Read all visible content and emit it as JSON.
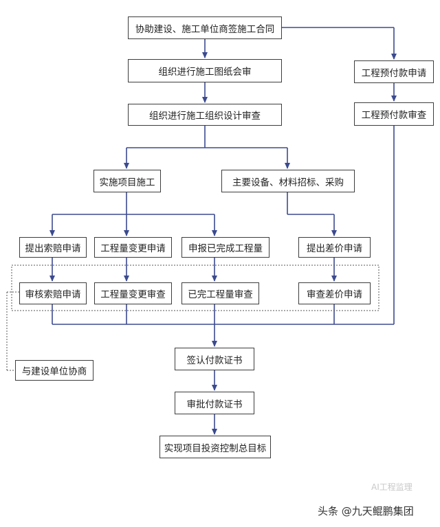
{
  "flowchart": {
    "nodes": {
      "assist_contract": "协助建设、施工单位商签施工合同",
      "drawing_review": "组织进行施工图纸会审",
      "design_review": "组织进行施工组织设计审查",
      "implement": "实施项目施工",
      "procurement": "主要设备、材料招标、采购",
      "claim_submit": "提出索赔申请",
      "change_apply": "工程量变更申请",
      "report_done": "申报已完成工程量",
      "diff_submit": "提出差价申请",
      "claim_review": "审核索赔申请",
      "change_review": "工程量变更审查",
      "done_review": "已完工程量审查",
      "diff_review": "审查差价申请",
      "negotiate": "与建设单位协商",
      "sign_cert": "签认付款证书",
      "approve_cert": "审批付款证书",
      "goal": "实现项目投资控制总目标",
      "prepay_apply": "工程预付款申请",
      "prepay_review": "工程预付款审查"
    }
  },
  "watermark": {
    "faint": "AI工程监理",
    "main": "头条 @九天鲲鹏集团"
  },
  "colors": {
    "arrow": "#3b4a8f",
    "border": "#3c3c3c",
    "dotted": "#555555"
  }
}
